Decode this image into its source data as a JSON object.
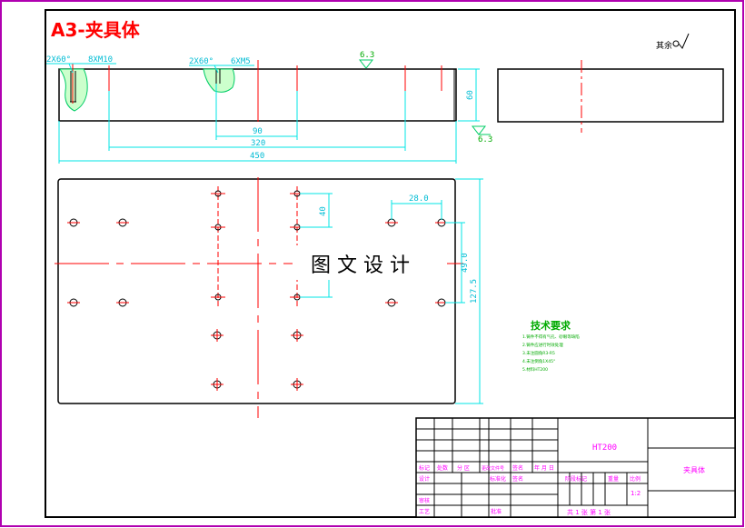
{
  "drawing": {
    "title": "A3-夹具体",
    "watermark": "图 文 设 计",
    "roughness_note": "其余",
    "roughness_value_top": "6.3",
    "roughness_value_right": "6.3",
    "front_view": {
      "callout_left_chamfer": "2X60°",
      "callout_left_thread": "8XM10",
      "callout_mid_chamfer": "2X60°",
      "callout_mid_thread": "6XM5",
      "dim_height": "60",
      "dim_90": "90",
      "dim_320": "320",
      "dim_450": "450"
    },
    "plan_view": {
      "dim_40": "40",
      "dim_28": "28.0",
      "dim_49": "49.0",
      "dim_127": "127.5"
    },
    "tech_requirements": {
      "heading": "技术要求",
      "lines": [
        "1.铸件不得有气孔、砂眼等缺陷",
        "2.铸件应进行时效处理",
        "3.未注圆角R3-R5",
        "4.未注倒角1X45°",
        "5.材料HT200"
      ]
    },
    "title_block": {
      "material": "HT200",
      "part_name": "夹具体",
      "cells": {
        "biaoji": "标记",
        "chushu": "处数",
        "fenqu": "分 区",
        "gengai": "更改文件号",
        "qianming": "签名",
        "nianyueri": "年 月 日",
        "sheji": "设计",
        "biaozhunhua": "标准化",
        "qianming2": "签名",
        "jieduan": "阶段标记",
        "zhongliang": "重量",
        "bili": "比例",
        "shenhe": "审核",
        "gongyi": "工艺",
        "pizhun": "批准",
        "scale": "1:2",
        "sheets": "共 1 张   第 1 张"
      }
    }
  },
  "colors": {
    "frame": "#000000",
    "dimension": "#00e5e5",
    "centerline": "#ff0000",
    "title": "#ff0000",
    "hatch_fill": "#ccffcc",
    "hatch_stroke": "#00cc66",
    "tech_text": "#00aa00",
    "tb_text": "#ff00ff",
    "tb_grid": "#000000",
    "border_outer": "#b000b0"
  }
}
